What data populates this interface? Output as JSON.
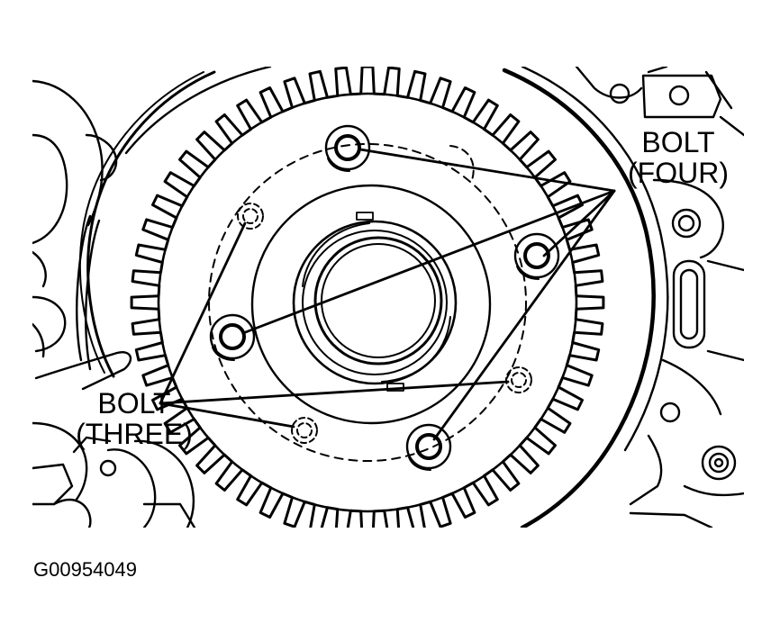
{
  "labels": {
    "bolt_four": {
      "line1": "BOLT",
      "line2": "(FOUR)"
    },
    "bolt_three": {
      "line1": "BOLT",
      "line2": "(THREE)"
    }
  },
  "figure_id": "G00954049",
  "ring_gear": {
    "tooth_count": 56
  },
  "colors": {
    "line": "#000000",
    "background": "#ffffff"
  }
}
